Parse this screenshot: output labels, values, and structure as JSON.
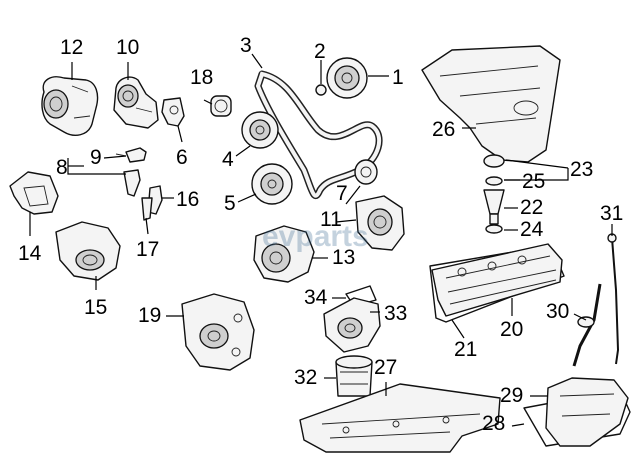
{
  "watermark": "evparts",
  "callouts": {
    "n1": "1",
    "n2": "2",
    "n3": "3",
    "n4": "4",
    "n5": "5",
    "n6": "6",
    "n7": "7",
    "n8": "8",
    "n9": "9",
    "n10": "10",
    "n11": "11",
    "n12": "12",
    "n13": "13",
    "n14": "14",
    "n15": "15",
    "n16": "16",
    "n17": "17",
    "n18": "18",
    "n19": "19",
    "n20": "20",
    "n21": "21",
    "n22": "22",
    "n23": "23",
    "n24": "24",
    "n25": "25",
    "n26": "26",
    "n27": "27",
    "n28": "28",
    "n29": "29",
    "n30": "30",
    "n31": "31",
    "n32": "32",
    "n33": "33",
    "n34": "34"
  }
}
